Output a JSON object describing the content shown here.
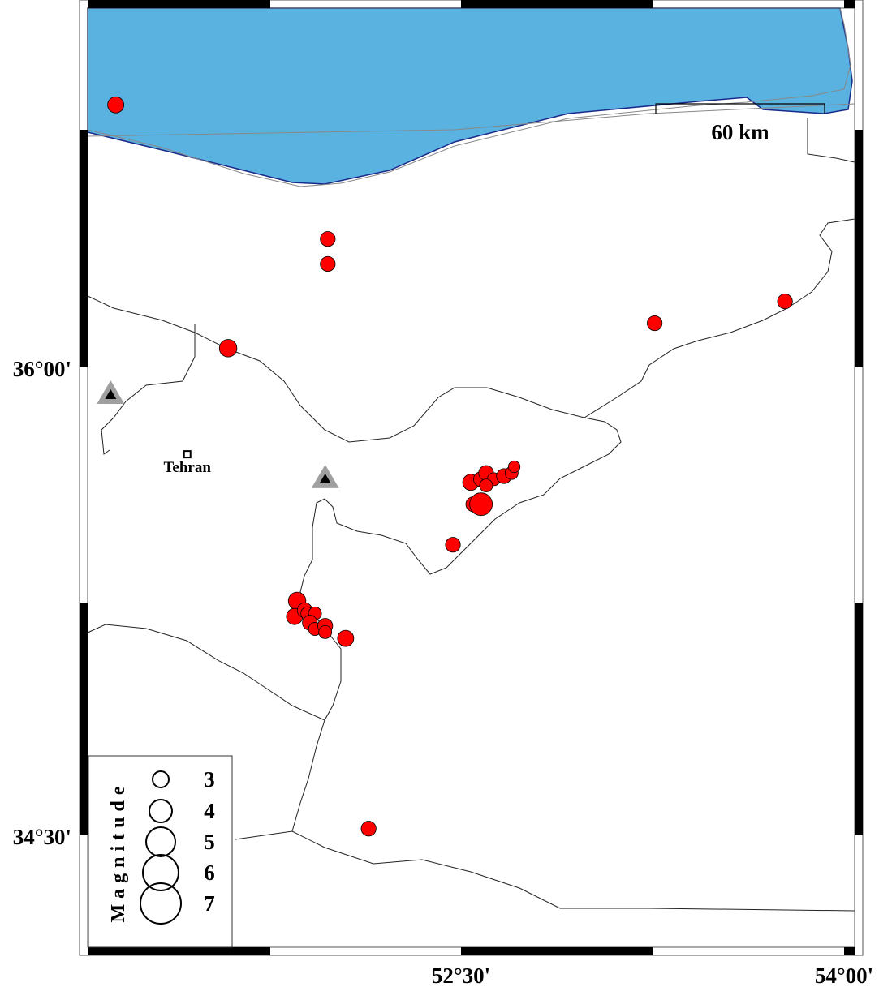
{
  "map": {
    "colors": {
      "sea": "#5ab2e0",
      "coast": "#1a2a8a",
      "event": "#ff0000",
      "volcano_outer": "#a0a0a0",
      "volcano_inner": "#000000"
    },
    "lon_ticks": [
      {
        "value": 52.5,
        "label": "52°30'"
      },
      {
        "value": 54.0,
        "label": "54°00'"
      }
    ],
    "lat_ticks": [
      {
        "value": 36.0,
        "label": "36°00'"
      },
      {
        "value": 34.5,
        "label": "34°30'"
      }
    ],
    "scale_bar": {
      "label": "60 km"
    },
    "city": {
      "name": "Tehran",
      "lon": 51.43,
      "lat": 35.72
    },
    "volcanoes": [
      {
        "lon": 51.13,
        "lat": 35.91
      },
      {
        "lon": 51.97,
        "lat": 35.64
      }
    ],
    "events": [
      {
        "lon": 51.15,
        "lat": 36.84,
        "mag": 3.0
      },
      {
        "lon": 51.98,
        "lat": 36.41,
        "mag": 2.8
      },
      {
        "lon": 51.98,
        "lat": 36.33,
        "mag": 2.8
      },
      {
        "lon": 51.59,
        "lat": 36.06,
        "mag": 3.2
      },
      {
        "lon": 53.26,
        "lat": 36.14,
        "mag": 2.8
      },
      {
        "lon": 53.77,
        "lat": 36.21,
        "mag": 2.8
      },
      {
        "lon": 52.47,
        "lat": 35.43,
        "mag": 2.8
      },
      {
        "lon": 52.14,
        "lat": 34.52,
        "mag": 2.8
      },
      {
        "lon": 52.05,
        "lat": 35.13,
        "mag": 3.0
      },
      {
        "lon": 52.54,
        "lat": 35.63,
        "mag": 3.0
      },
      {
        "lon": 52.58,
        "lat": 35.64,
        "mag": 2.8
      },
      {
        "lon": 52.6,
        "lat": 35.66,
        "mag": 2.8
      },
      {
        "lon": 52.63,
        "lat": 35.64,
        "mag": 2.5
      },
      {
        "lon": 52.67,
        "lat": 35.65,
        "mag": 2.8
      },
      {
        "lon": 52.7,
        "lat": 35.66,
        "mag": 2.5
      },
      {
        "lon": 52.71,
        "lat": 35.68,
        "mag": 2.3
      },
      {
        "lon": 52.55,
        "lat": 35.56,
        "mag": 2.8
      },
      {
        "lon": 52.58,
        "lat": 35.56,
        "mag": 4.0
      },
      {
        "lon": 52.6,
        "lat": 35.62,
        "mag": 2.5
      },
      {
        "lon": 51.86,
        "lat": 35.25,
        "mag": 3.2
      },
      {
        "lon": 51.85,
        "lat": 35.2,
        "mag": 3.0
      },
      {
        "lon": 51.89,
        "lat": 35.22,
        "mag": 2.8
      },
      {
        "lon": 51.9,
        "lat": 35.21,
        "mag": 2.5
      },
      {
        "lon": 51.93,
        "lat": 35.21,
        "mag": 2.5
      },
      {
        "lon": 51.91,
        "lat": 35.18,
        "mag": 2.8
      },
      {
        "lon": 51.93,
        "lat": 35.16,
        "mag": 2.5
      },
      {
        "lon": 51.97,
        "lat": 35.17,
        "mag": 2.8
      },
      {
        "lon": 51.97,
        "lat": 35.15,
        "mag": 2.5
      }
    ]
  },
  "legend": {
    "title": "Magnitude",
    "items": [
      {
        "mag": 3,
        "label": "3"
      },
      {
        "mag": 4,
        "label": "4"
      },
      {
        "mag": 5,
        "label": "5"
      },
      {
        "mag": 6,
        "label": "6"
      },
      {
        "mag": 7,
        "label": "7"
      }
    ]
  }
}
